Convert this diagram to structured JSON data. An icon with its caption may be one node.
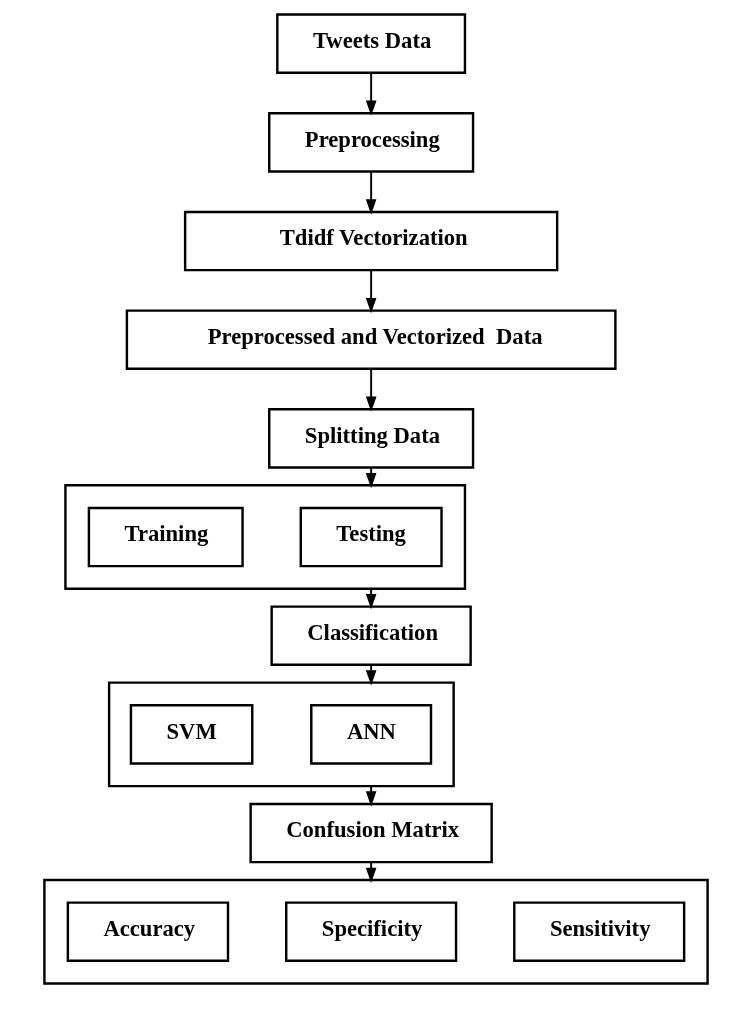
{
  "diagram": {
    "nodes": [
      {
        "text": [
          "Tweets Data"
        ]
      },
      {
        "text": [
          "Preprocessing"
        ]
      },
      {
        "text": [
          "Tdidf Vectorization"
        ]
      },
      {
        "text": [
          "Preprocessed and Vectorized  Data"
        ]
      },
      {
        "text": [
          "Splitting Data"
        ]
      },
      {
        "text": [],
        "shape": "box"
      },
      {
        "text": [
          "Training"
        ],
        "in": 5
      },
      {
        "text": [
          "Testing"
        ],
        "in": 5
      },
      {
        "text": [
          "Classification"
        ]
      },
      {
        "text": [],
        "shape": "box"
      },
      {
        "text": [
          "SVM"
        ],
        "in": 9
      },
      {
        "text": [
          "ANN"
        ],
        "in": 9
      },
      {
        "text": [
          "Confusion Matrix"
        ]
      },
      {
        "text": [],
        "shape": "box"
      },
      {
        "text": [
          "Accuracy"
        ],
        "in": 13
      },
      {
        "text": [
          "Specificity"
        ],
        "in": 13
      },
      {
        "text": [
          "Sensitivity"
        ],
        "in": 13
      }
    ],
    "edges": [
      {
        "from": 0,
        "to": 1,
        "arrow": "to"
      },
      {
        "from": 1,
        "to": 2,
        "arrow": "to"
      },
      {
        "from": 2,
        "to": 3,
        "arrow": "to"
      },
      {
        "from": 3,
        "to": 4,
        "arrow": "to"
      },
      {
        "from": 4,
        "to": 5,
        "arrow": "to"
      },
      {
        "from": 5,
        "to": 8,
        "arrow": "to"
      },
      {
        "from": 8,
        "to": 9,
        "arrow": "to"
      },
      {
        "from": 9,
        "to": 12,
        "arrow": "to"
      },
      {
        "from": 12,
        "to": 13,
        "arrow": "to"
      }
    ]
  }
}
